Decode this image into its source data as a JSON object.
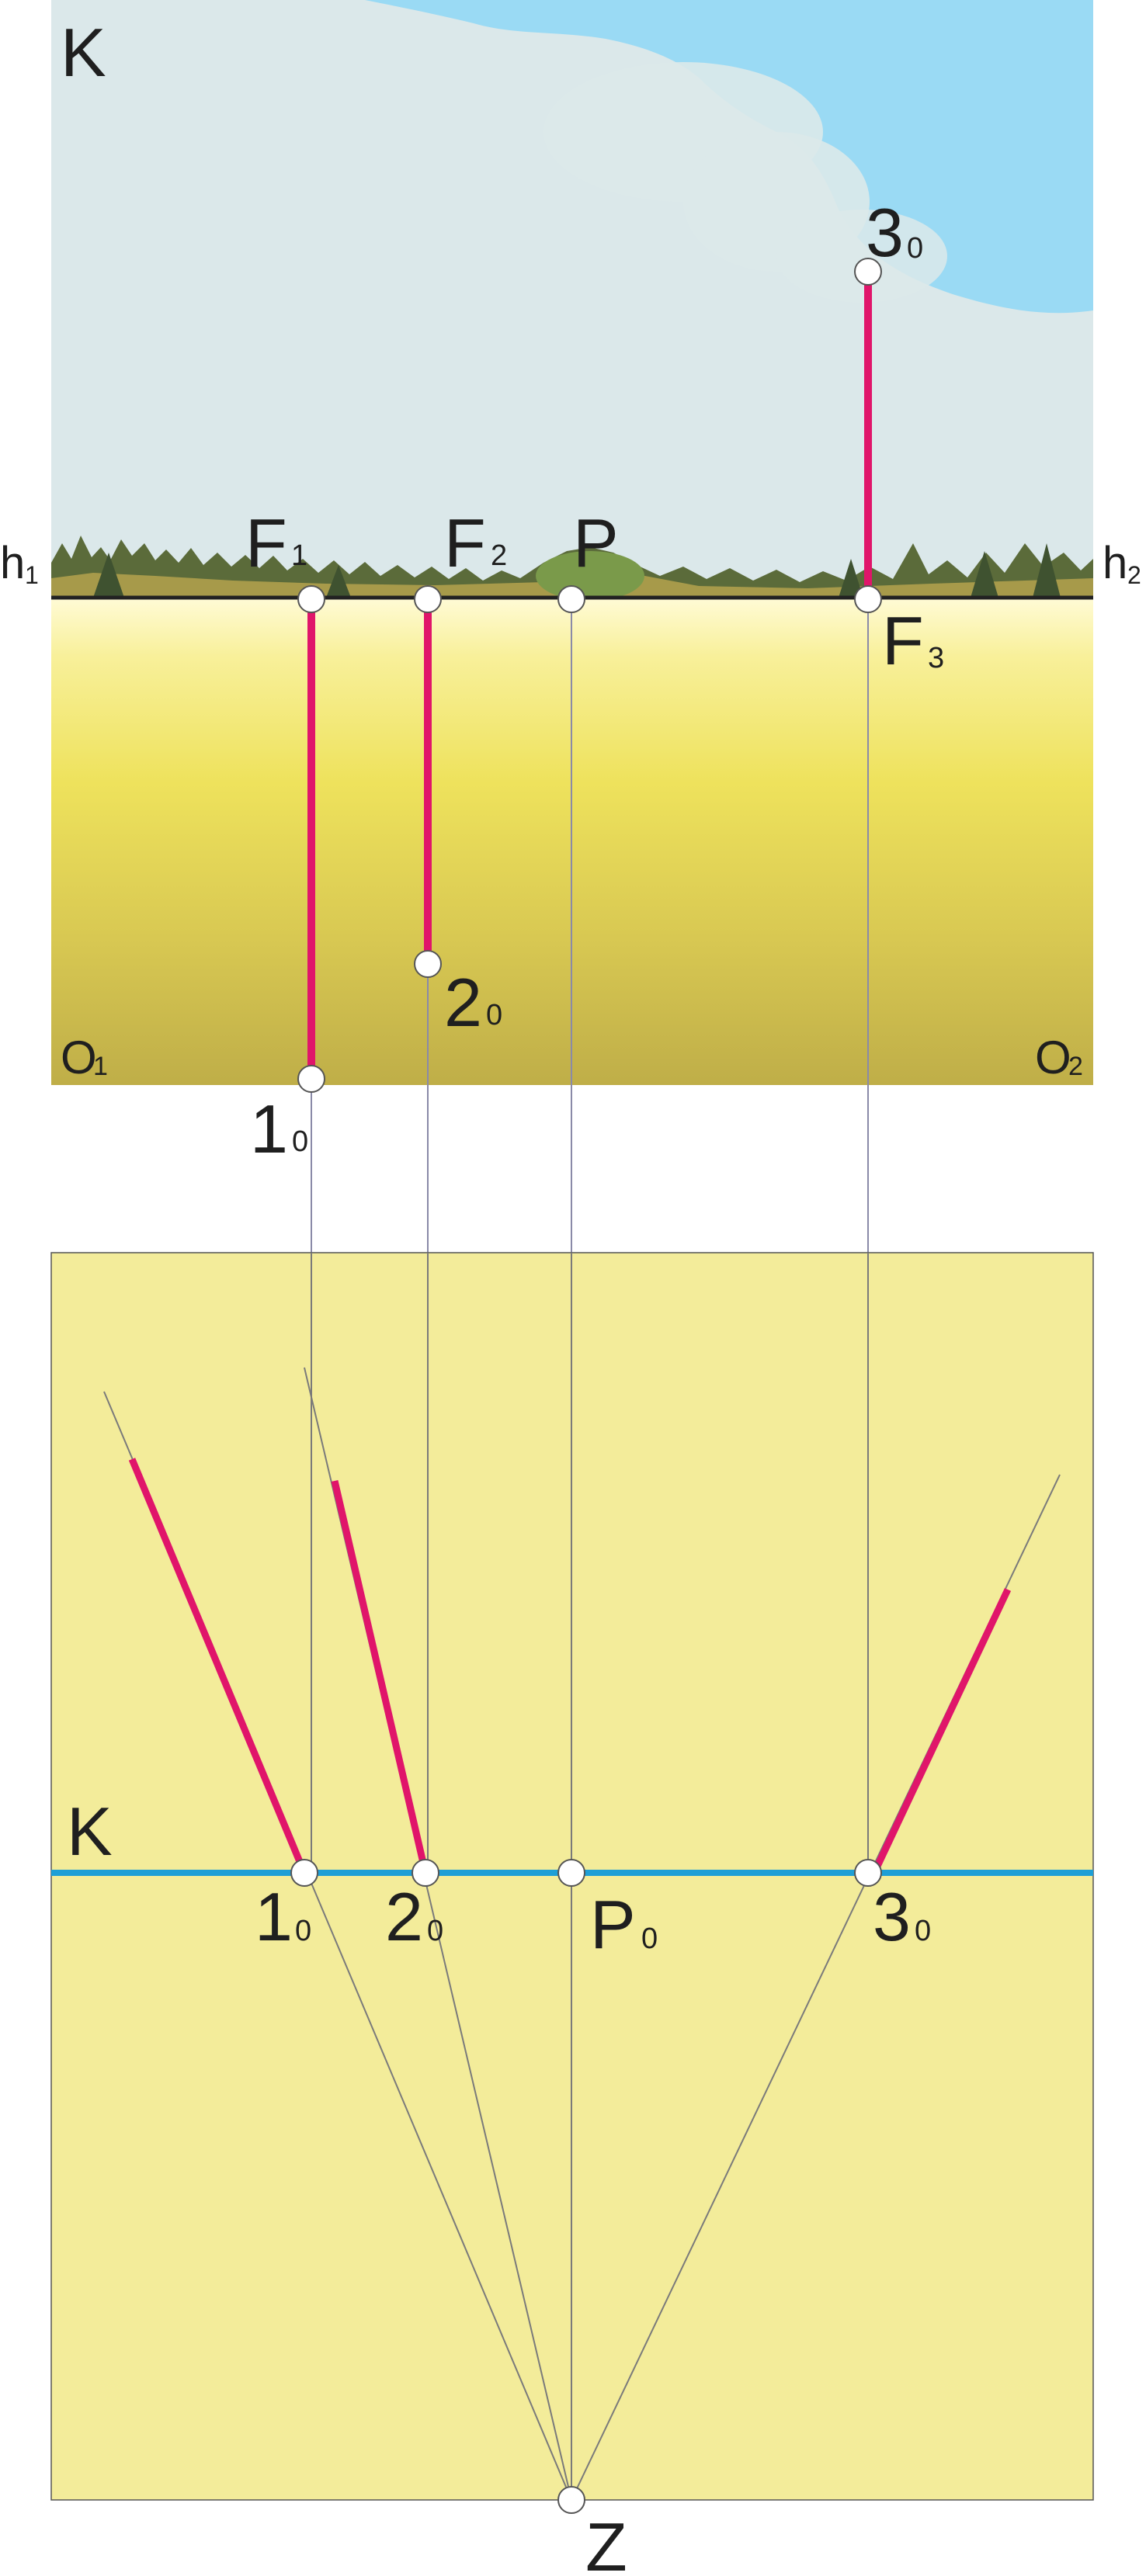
{
  "upper_picture": {
    "plane_label": "K",
    "horizon_left": {
      "main": "h",
      "sub": "1"
    },
    "horizon_right": {
      "main": "h",
      "sub": "2"
    },
    "corner_left": {
      "main": "O",
      "sub": "1"
    },
    "corner_right": {
      "main": "O",
      "sub": "2"
    },
    "points": {
      "F1": {
        "main": "F",
        "sub": "1"
      },
      "F2": {
        "main": "F",
        "sub": "2"
      },
      "P": {
        "main": "P",
        "sub": ""
      },
      "F3": {
        "main": "F",
        "sub": "3"
      },
      "p1": {
        "main": "1",
        "sub": "0"
      },
      "p2": {
        "main": "2",
        "sub": "0"
      },
      "p3": {
        "main": "3",
        "sub": "0"
      }
    }
  },
  "lower_plan": {
    "plane_label": "K",
    "points": {
      "p1": {
        "main": "1",
        "sub": "0"
      },
      "p2": {
        "main": "2",
        "sub": "0"
      },
      "P0": {
        "main": "P",
        "sub": "0"
      },
      "p3": {
        "main": "3",
        "sub": "0"
      },
      "Z": {
        "main": "Z",
        "sub": ""
      }
    }
  },
  "colors": {
    "sky_blue": "#9adaf4",
    "cloud": "#dce9ea",
    "ground_light": "#fdf8c8",
    "ground_mid": "#efe45e",
    "ground_dark": "#c4b24a",
    "plan_fill": "#f3ec9a",
    "segment": "#e0156a",
    "picture_trace": "#1e9fd6",
    "construction_line": "#8888aa",
    "outline": "#333333"
  }
}
